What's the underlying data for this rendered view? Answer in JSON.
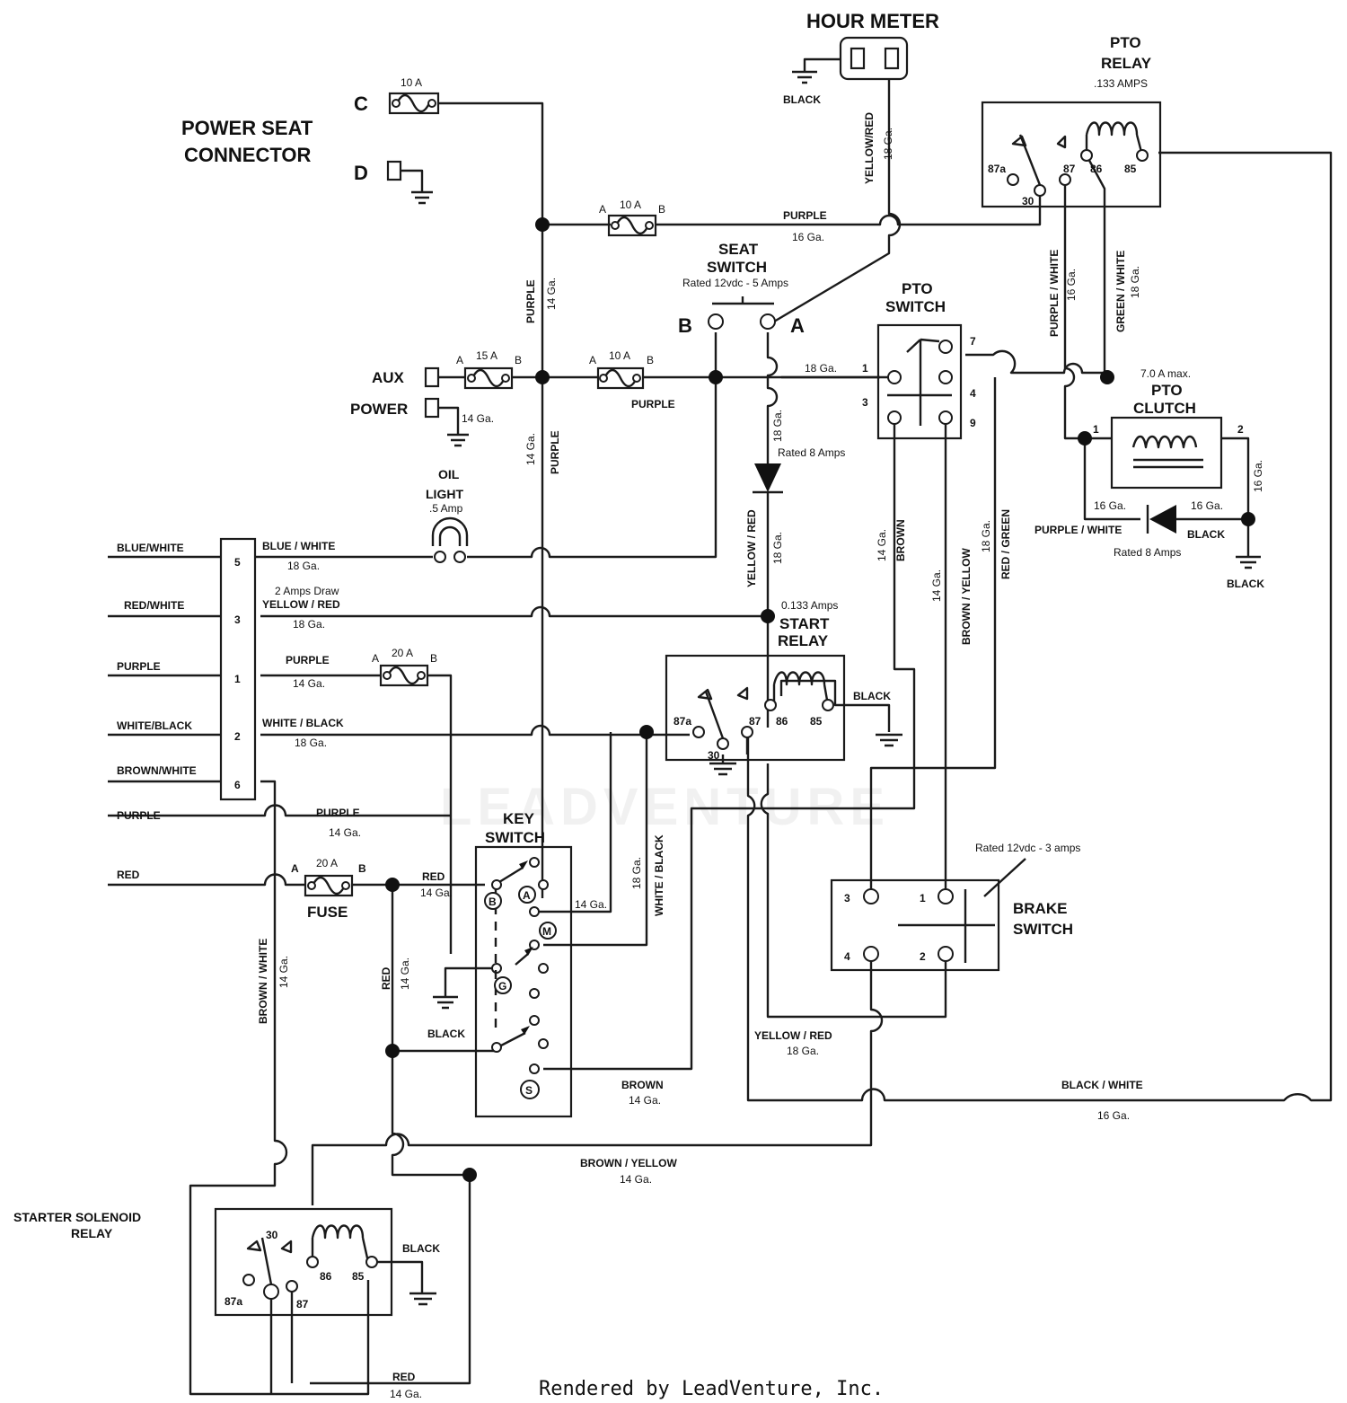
{
  "titles": {
    "hour_meter": "HOUR METER",
    "pto_relay_1": "PTO",
    "pto_relay_2": "RELAY",
    "pto_relay_amps": ".133 AMPS",
    "power_seat_1": "POWER SEAT",
    "power_seat_2": "CONNECTOR",
    "seat_switch_1": "SEAT",
    "seat_switch_2": "SWITCH",
    "seat_switch_rating": "Rated 12vdc - 5 Amps",
    "pto_switch_1": "PTO",
    "pto_switch_2": "SWITCH",
    "pto_clutch_1": "PTO",
    "pto_clutch_2": "CLUTCH",
    "pto_clutch_max": "7.0 A max.",
    "oil_light_1": "OIL",
    "oil_light_2": "LIGHT",
    "oil_light_amp": ".5 Amp",
    "start_relay_1": "START",
    "start_relay_2": "RELAY",
    "start_relay_amps": "0.133 Amps",
    "key_switch_1": "KEY",
    "key_switch_2": "SWITCH",
    "brake_switch_1": "BRAKE",
    "brake_switch_2": "SWITCH",
    "brake_rating": "Rated 12vdc - 3 amps",
    "starter_1": "STARTER SOLENOID",
    "starter_2": "RELAY",
    "fuse": "FUSE",
    "aux": "AUX",
    "power": "POWER",
    "conn_c": "C",
    "conn_d": "D",
    "seat_b": "B",
    "seat_a": "A",
    "footer": "Rendered by LeadVenture, Inc.",
    "watermark": "LEADVENTURE"
  },
  "fuses": {
    "f10_top": "10 A",
    "f10_mid": "10 A",
    "f15": "15 A",
    "f10_aux": "10 A",
    "f20_a": "20 A",
    "f20_b": "20 A",
    "pin_a": "A",
    "pin_b": "B"
  },
  "diodes": {
    "seat_diode": "Rated 8 Amps",
    "clutch_diode": "Rated 8 Amps"
  },
  "harness_connector": {
    "pins": [
      "5",
      "3",
      "1",
      "2",
      "6"
    ],
    "left_wires": [
      "BLUE/WHITE",
      "RED/WHITE",
      "PURPLE",
      "WHITE/BLACK",
      "BROWN/WHITE",
      "PURPLE",
      "RED"
    ],
    "right_wires": [
      {
        "color": "BLUE / WHITE",
        "gauge": "18 Ga."
      },
      {
        "color": "YELLOW / RED",
        "gauge": "18 Ga.",
        "note": "2 Amps Draw"
      },
      {
        "color": "PURPLE",
        "gauge": "14 Ga."
      },
      {
        "color": "WHITE / BLACK",
        "gauge": "18 Ga."
      },
      {
        "color": "PURPLE",
        "gauge": "14 Ga."
      }
    ]
  },
  "relay_terminals": {
    "t87a": "87a",
    "t30": "30",
    "t87": "87",
    "t86": "86",
    "t85": "85"
  },
  "pto_switch_pins": [
    "1",
    "3",
    "7",
    "4",
    "9"
  ],
  "pto_clutch_pins": [
    "1",
    "2"
  ],
  "brake_switch_pins": [
    "3",
    "1",
    "4",
    "2"
  ],
  "key_switch_pins": [
    "B",
    "A",
    "M",
    "G",
    "S"
  ],
  "wire_labels": {
    "purple": "PURPLE",
    "ga14": "14 Ga.",
    "ga16": "16 Ga.",
    "ga18": "18 Ga.",
    "yellow_red_v": "YELLOW/RED",
    "yellow_red": "YELLOW / RED",
    "purple_white": "PURPLE / WHITE",
    "green_white": "GREEN / WHITE",
    "brown": "BROWN",
    "brown_yellow": "BROWN / YELLOW",
    "red_green": "RED / GREEN",
    "white_black": "WHITE / BLACK",
    "brown_white": "BROWN / WHITE",
    "red": "RED",
    "black": "BLACK",
    "black_white": "BLACK / WHITE"
  }
}
